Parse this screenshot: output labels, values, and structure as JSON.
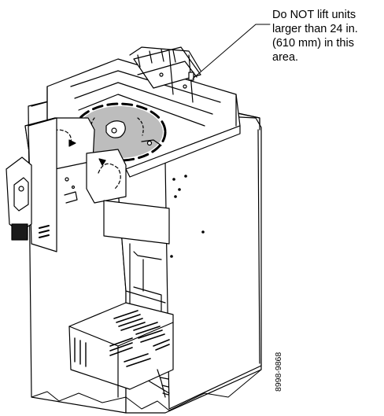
{
  "callout": {
    "line1": "Do NOT lift units",
    "line2": "larger than 24 in.",
    "line3": "(610 mm) in this",
    "line4": "area."
  },
  "figure_id": "8998-9868",
  "colors": {
    "line": "#000000",
    "highlight": "#bdbdbd",
    "panel": "#ffffff",
    "dark": "#1a1a1a"
  }
}
